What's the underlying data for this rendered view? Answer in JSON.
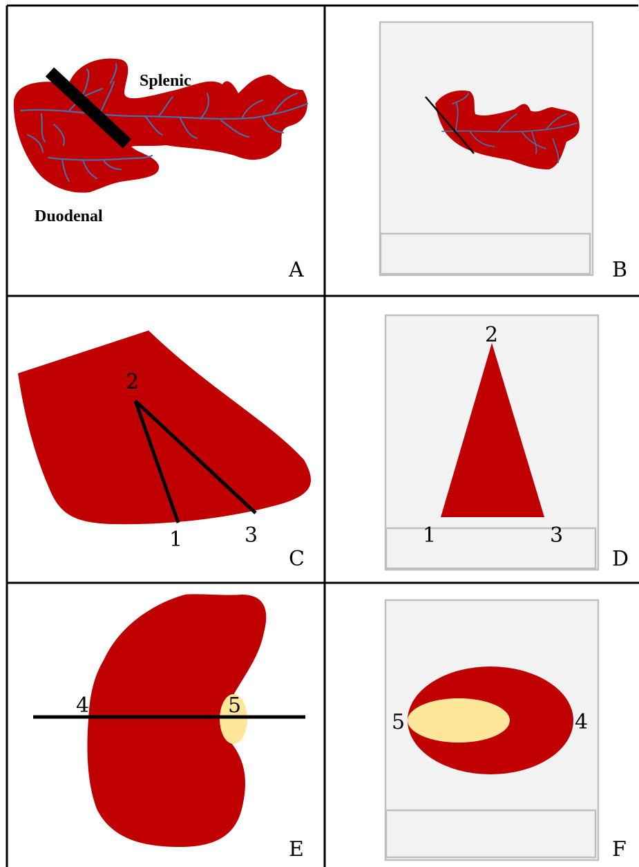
{
  "colors": {
    "tissue": "#c00000",
    "vessel": "#4a6fa5",
    "tumor": "#ffe699",
    "cassette_fill": "#f2f2f2",
    "cassette_border": "#bfbfbf",
    "grid": "#000000"
  },
  "panels": {
    "a": {
      "letter": "A",
      "label_splenic": "Splenic",
      "label_duodenal": "Duodenal"
    },
    "b": {
      "letter": "B"
    },
    "c": {
      "letter": "C",
      "point_1": "1",
      "point_2": "2",
      "point_3": "3"
    },
    "d": {
      "letter": "D",
      "point_1": "1",
      "point_2": "2",
      "point_3": "3"
    },
    "e": {
      "letter": "E",
      "point_4": "4",
      "point_5": "5"
    },
    "f": {
      "letter": "F",
      "point_4": "4",
      "point_5": "5"
    }
  }
}
